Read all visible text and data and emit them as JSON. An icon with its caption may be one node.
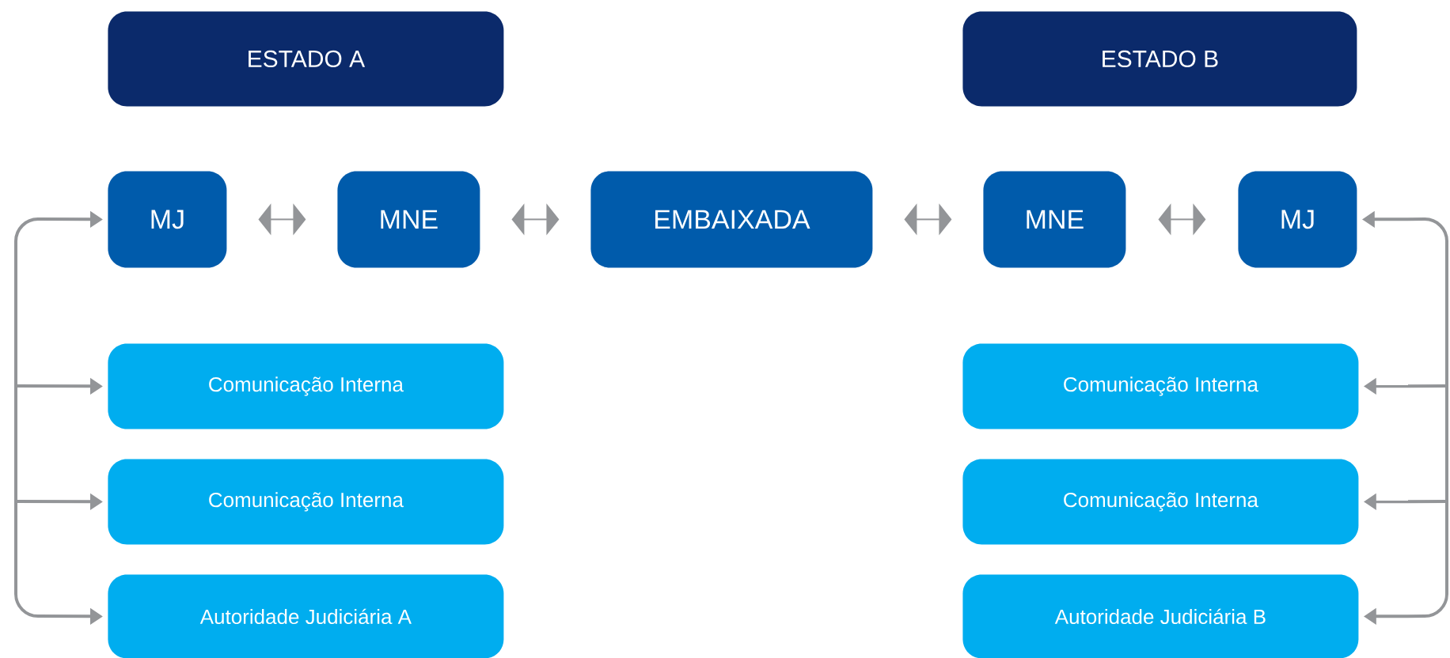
{
  "diagram": {
    "nodes": [
      {
        "text": [
          "ESTADO A"
        ]
      },
      {
        "text": [
          "ESTADO B"
        ]
      },
      {
        "text": [
          "MJ"
        ]
      },
      {
        "text": [
          "MNE"
        ]
      },
      {
        "text": [
          "EMBAIXADA"
        ]
      },
      {
        "text": [
          "MNE"
        ]
      },
      {
        "text": [
          "MJ"
        ]
      },
      {
        "text": [
          "Comunicação Interna"
        ]
      },
      {
        "text": [
          "Comunicação Interna"
        ]
      },
      {
        "text": [
          "Autoridade Judiciária A"
        ]
      },
      {
        "text": [
          "Comunicação Interna"
        ]
      },
      {
        "text": [
          "Comunicação Interna"
        ]
      },
      {
        "text": [
          "Autoridade Judiciária B"
        ]
      }
    ],
    "edges": [
      {
        "from": 2,
        "to": 3,
        "arrow": "both"
      },
      {
        "from": 3,
        "to": 4,
        "arrow": "both"
      },
      {
        "from": 4,
        "to": 5,
        "arrow": "both"
      },
      {
        "from": 5,
        "to": 6,
        "arrow": "both"
      },
      {
        "from": null,
        "to": 2,
        "arrow": "to"
      },
      {
        "from": null,
        "to": 7,
        "arrow": "to"
      },
      {
        "from": null,
        "to": 8,
        "arrow": "to"
      },
      {
        "from": null,
        "to": 9,
        "arrow": "to"
      },
      {
        "from": null,
        "to": 6,
        "arrow": "to"
      },
      {
        "from": null,
        "to": 10,
        "arrow": "to"
      },
      {
        "from": null,
        "to": 11,
        "arrow": "to"
      },
      {
        "from": null,
        "to": 12,
        "arrow": "to"
      }
    ]
  }
}
